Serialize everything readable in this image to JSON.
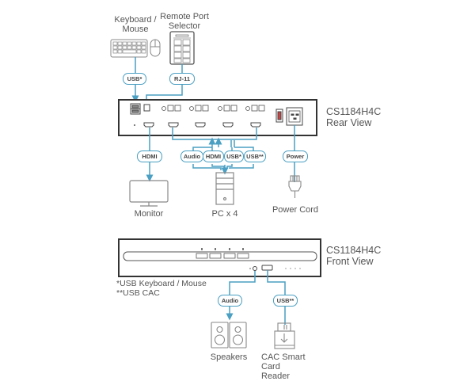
{
  "devices": {
    "keyboard_mouse": "Keyboard /\nMouse",
    "remote_port_selector": "Remote Port\nSelector",
    "monitor": "Monitor",
    "pc": "PC x 4",
    "power_cord": "Power Cord",
    "speakers": "Speakers",
    "cac_reader": "CAC Smart\nCard Reader"
  },
  "rear": {
    "model": "CS1184H4C",
    "view": "Rear View"
  },
  "front": {
    "model": "CS1184H4C",
    "view": "Front View"
  },
  "cables": {
    "usb_kb": "USB*",
    "rj11": "RJ-11",
    "hdmi_monitor": "HDMI",
    "audio_pc": "Audio",
    "hdmi_pc": "HDMI",
    "usb_pc": "USB*",
    "usbcac_pc": "USB**",
    "power": "Power",
    "audio_front": "Audio",
    "usb_front": "USB**"
  },
  "notes": [
    "*USB Keyboard / Mouse",
    "**USB CAC"
  ],
  "colors": {
    "cable": "#4a9fc2",
    "outline": "#888888",
    "panel": "#333333"
  }
}
